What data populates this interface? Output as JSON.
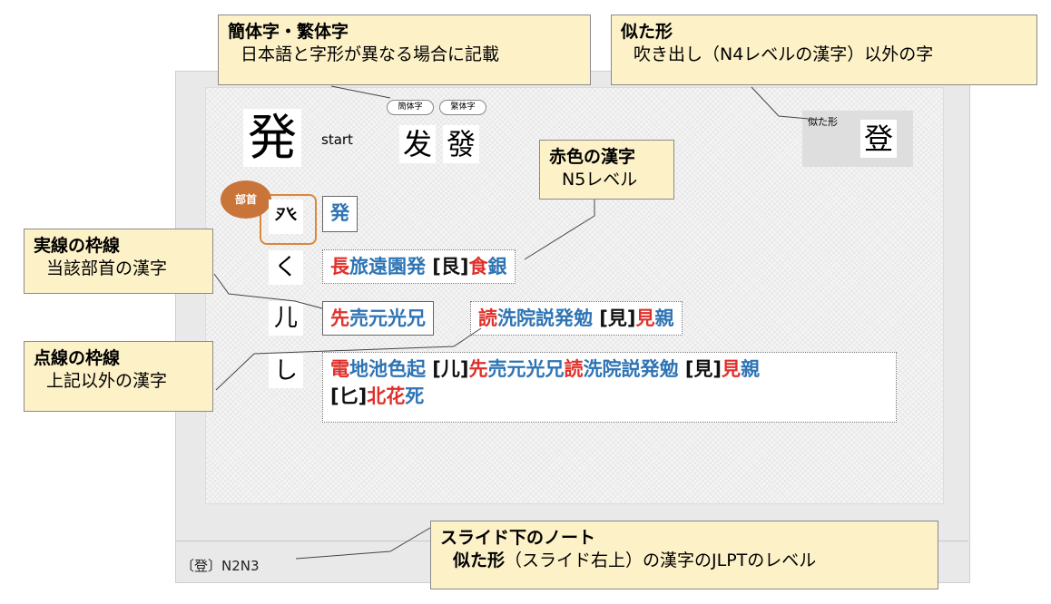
{
  "notes": {
    "text": "〔登〕N2N3"
  },
  "slide": {
    "main_kanji": "発",
    "start_label": "start",
    "simplified": {
      "bubble": "簡体字",
      "char": "发"
    },
    "traditional": {
      "bubble": "繁体字",
      "char": "發"
    },
    "similar": {
      "label": "似た形",
      "char": "登"
    },
    "radical_badge": "部首",
    "rows": [
      {
        "radical": "癶",
        "boxes": [
          {
            "style": "solid",
            "segments": [
              {
                "text": "発",
                "color": "blue"
              }
            ]
          }
        ]
      },
      {
        "radical": "く",
        "boxes": [
          {
            "style": "dotted",
            "segments": [
              {
                "text": "長",
                "color": "red"
              },
              {
                "text": "旅遠園発",
                "color": "blue"
              },
              {
                "text": " [艮]",
                "color": "black"
              },
              {
                "text": "食",
                "color": "red"
              },
              {
                "text": "銀",
                "color": "blue"
              }
            ]
          }
        ]
      },
      {
        "radical": "儿",
        "boxes": [
          {
            "style": "solid",
            "segments": [
              {
                "text": "先",
                "color": "red"
              },
              {
                "text": "売元光兄",
                "color": "blue"
              }
            ]
          },
          {
            "style": "dotted",
            "segments": [
              {
                "text": "読",
                "color": "red"
              },
              {
                "text": "洗院説発勉",
                "color": "blue"
              },
              {
                "text": " [見]",
                "color": "black"
              },
              {
                "text": "見",
                "color": "red"
              },
              {
                "text": "親",
                "color": "blue"
              }
            ]
          }
        ]
      },
      {
        "radical": "し",
        "boxes": [
          {
            "style": "dotted",
            "lines": [
              [
                {
                  "text": "電",
                  "color": "red"
                },
                {
                  "text": "地池色起",
                  "color": "blue"
                },
                {
                  "text": " [儿]",
                  "color": "black"
                },
                {
                  "text": "先",
                  "color": "red"
                },
                {
                  "text": "売元光兄",
                  "color": "blue"
                },
                {
                  "text": "読",
                  "color": "red"
                },
                {
                  "text": "洗院説発勉",
                  "color": "blue"
                },
                {
                  "text": " [見]",
                  "color": "black"
                },
                {
                  "text": "見",
                  "color": "red"
                },
                {
                  "text": "親",
                  "color": "blue"
                }
              ],
              [
                {
                  "text": "[匕]",
                  "color": "black"
                },
                {
                  "text": "北花",
                  "color": "red"
                },
                {
                  "text": "死",
                  "color": "blue"
                }
              ]
            ]
          }
        ]
      }
    ]
  },
  "callouts": {
    "simplified_traditional": {
      "title": "簡体字・繁体字",
      "desc": "日本語と字形が異なる場合に記載"
    },
    "similar": {
      "title": "似た形",
      "desc": "吹き出し（N4レベルの漢字）以外の字"
    },
    "red": {
      "title": "赤色の漢字",
      "desc": "N5レベル"
    },
    "solid": {
      "title": "実線の枠線",
      "desc": "当該部首の漢字"
    },
    "dotted": {
      "title": "点線の枠線",
      "desc": "上記以外の漢字"
    },
    "notes": {
      "title": "スライド下のノート",
      "desc_bold": "似た形",
      "desc_rest": "（スライド右上）の漢字のJLPTのレベル"
    }
  },
  "colors": {
    "red": "#e0302a",
    "blue": "#2e74b5",
    "badge": "#c97539",
    "callout_bg": "#fdf1c8",
    "radical_frame": "#d9893c"
  }
}
